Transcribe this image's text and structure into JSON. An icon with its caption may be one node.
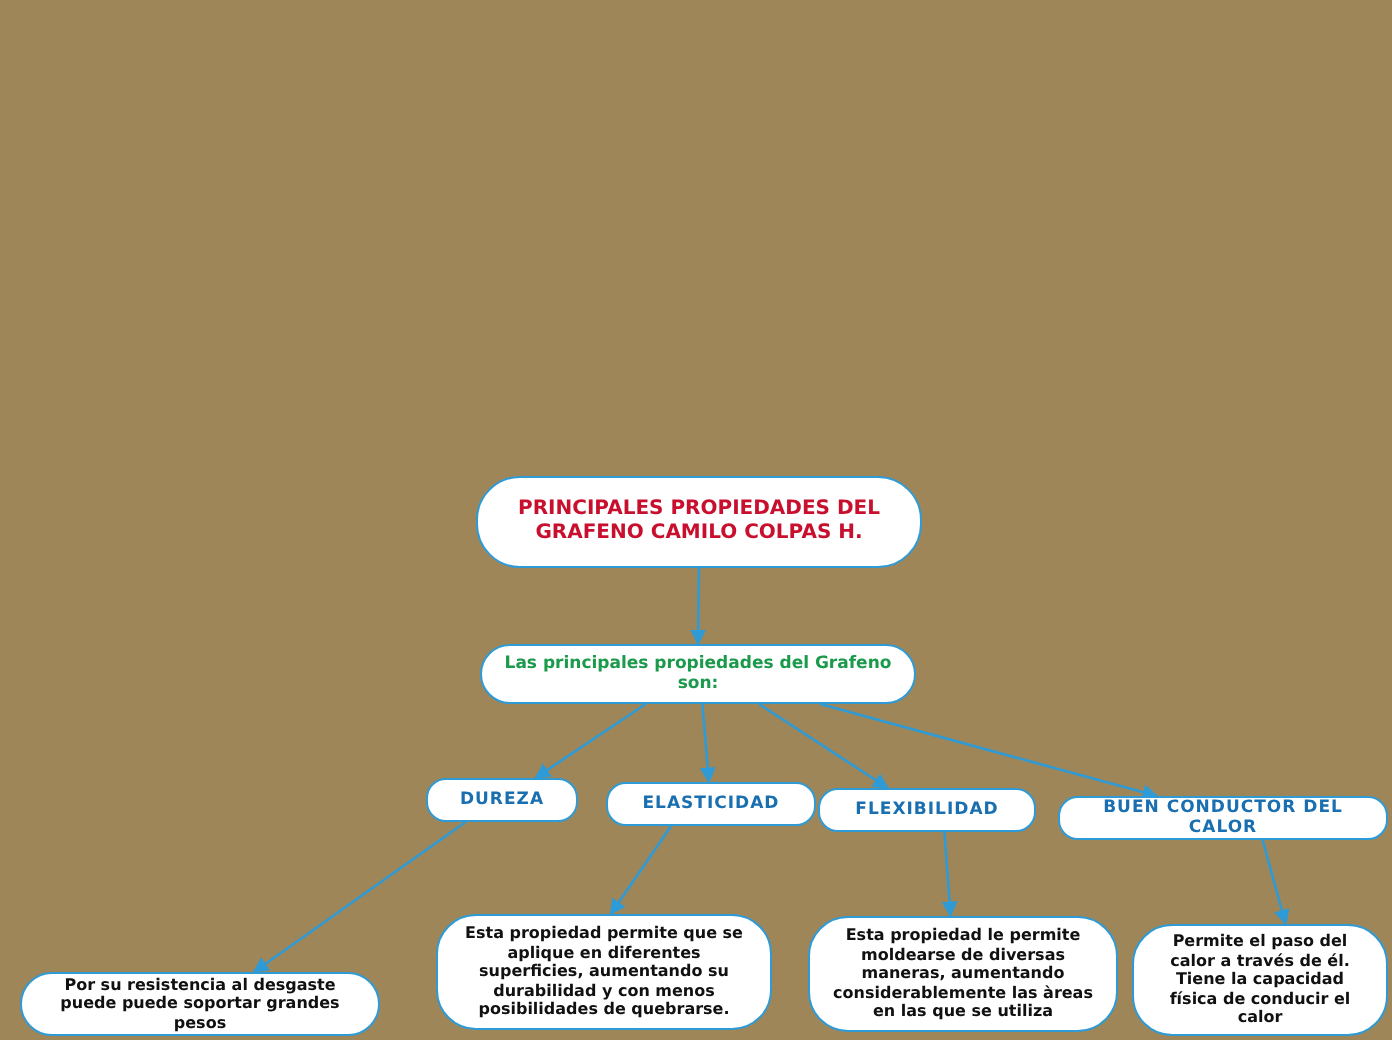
{
  "diagram": {
    "nodes": [
      {
        "text": [
          "PRINCIPALES PROPIEDADES DEL GRAFENO CAMILO COLPAS H."
        ]
      },
      {
        "text": [
          "Las principales propiedades del Grafeno son:"
        ]
      },
      {
        "text": [
          "DUREZA"
        ]
      },
      {
        "text": [
          "ELASTICIDAD"
        ]
      },
      {
        "text": [
          "FLEXIBILIDAD"
        ]
      },
      {
        "text": [
          "BUEN CONDUCTOR DEL CALOR"
        ]
      },
      {
        "text": [
          "Por su resistencia al desgaste puede puede soportar grandes pesos"
        ]
      },
      {
        "text": [
          "Esta propiedad permite que se aplique en diferentes superficies, aumentando su durabilidad y con menos posibilidades de quebrarse."
        ]
      },
      {
        "text": [
          "Esta propiedad le permite moldearse de diversas maneras, aumentando considerablemente las àreas en las que se utiliza"
        ]
      },
      {
        "text": [
          "Permite el paso del calor a través de él. Tiene la capacidad física de conducir el calor"
        ]
      }
    ],
    "edges": [
      {
        "from": 0,
        "to": 1,
        "arrow": "to"
      },
      {
        "from": 1,
        "to": 2,
        "arrow": "to"
      },
      {
        "from": 1,
        "to": 3,
        "arrow": "to"
      },
      {
        "from": 1,
        "to": 4,
        "arrow": "to"
      },
      {
        "from": 1,
        "to": 5,
        "arrow": "to"
      },
      {
        "from": 2,
        "to": 6,
        "arrow": "to"
      },
      {
        "from": 3,
        "to": 7,
        "arrow": "to"
      },
      {
        "from": 4,
        "to": 8,
        "arrow": "to"
      },
      {
        "from": 5,
        "to": 9,
        "arrow": "to"
      }
    ]
  }
}
